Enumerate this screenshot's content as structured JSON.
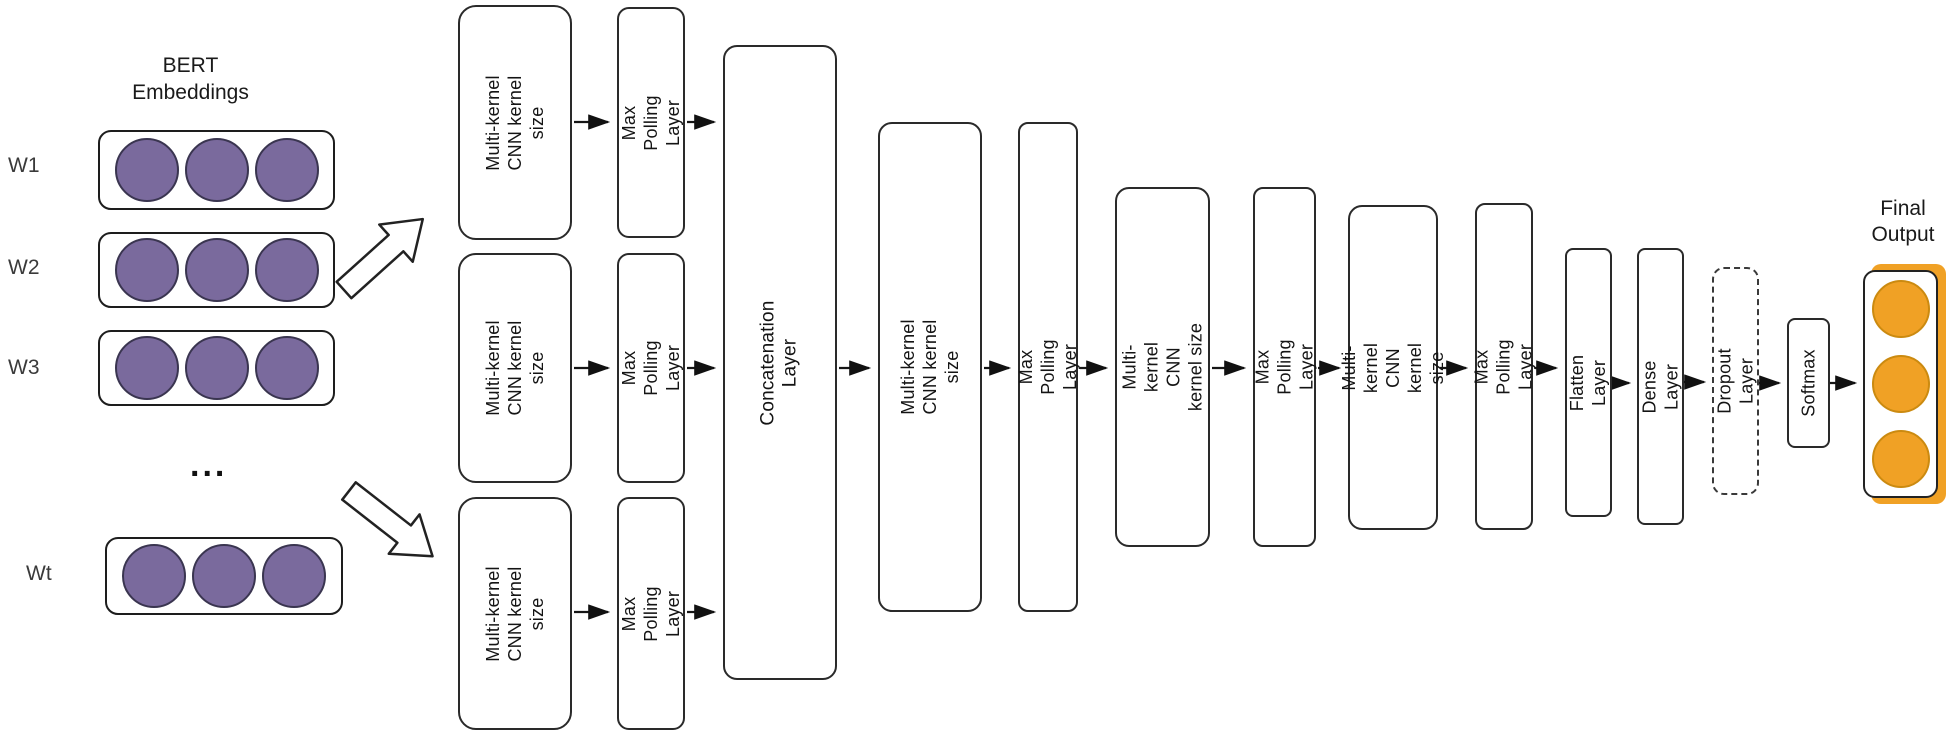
{
  "colors": {
    "purple_dot": "#7A6A9D",
    "orange_dot": "#F0A125",
    "line": "#1a1a1a"
  },
  "embeddings": {
    "heading": "BERT\nEmbeddings",
    "row_labels": [
      "W1",
      "W2",
      "W3"
    ],
    "ellipsis": "...",
    "wt_label": "Wt",
    "dots_per_row": 3
  },
  "layers": {
    "cnn": "Multi-kernel\nCNN kernel size",
    "max_polling": "Max Polling Layer",
    "concatenation": "Concatenation Layer",
    "flatten": "Flatten Layer",
    "dense": "Dense Layer",
    "dropout": "Dropout Layer",
    "softmax": "Softmax"
  },
  "output": {
    "heading": "Final\nOutput",
    "dots": 3
  }
}
